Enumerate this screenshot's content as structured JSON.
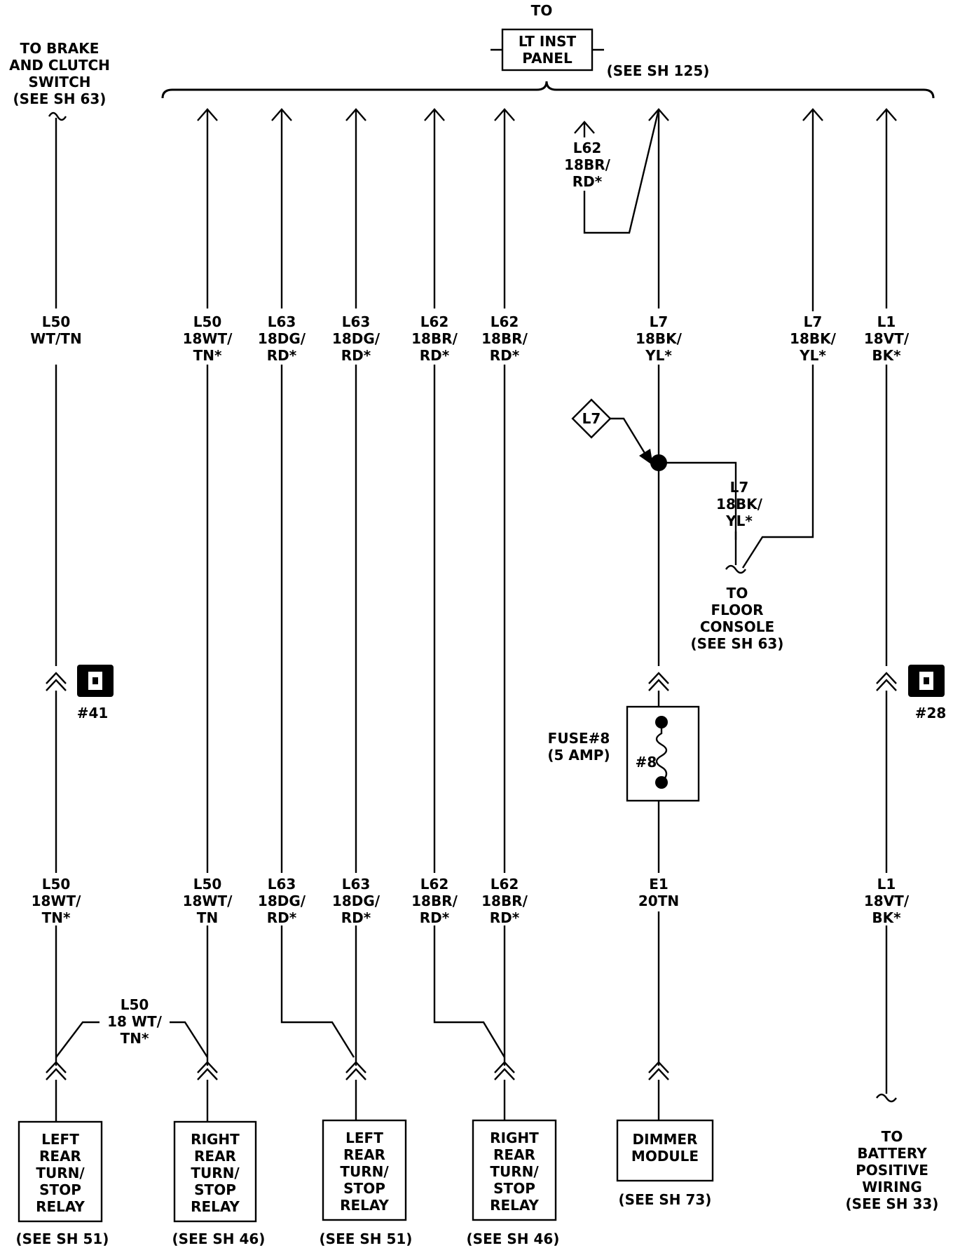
{
  "top_connector": {
    "prefix": "TO",
    "label_lines": [
      "LT INST",
      "PANEL"
    ],
    "ref": "(SEE SH 125)"
  },
  "brake_clutch": {
    "lines": [
      "TO BRAKE",
      "AND CLUTCH",
      "SWITCH",
      "(SEE SH 63)"
    ]
  },
  "wires_upper": [
    {
      "id": "w1",
      "lines": [
        "L50",
        "WT/TN"
      ]
    },
    {
      "id": "w2",
      "lines": [
        "L50",
        "18WT/",
        "TN*"
      ]
    },
    {
      "id": "w3",
      "lines": [
        "L63",
        "18DG/",
        "RD*"
      ]
    },
    {
      "id": "w4",
      "lines": [
        "L63",
        "18DG/",
        "RD*"
      ]
    },
    {
      "id": "w5",
      "lines": [
        "L62",
        "18BR/",
        "RD*"
      ]
    },
    {
      "id": "w6",
      "lines": [
        "L62",
        "18BR/",
        "RD*"
      ]
    },
    {
      "id": "w7",
      "lines": [
        "L7",
        "18BK/",
        "YL*"
      ]
    },
    {
      "id": "w8",
      "lines": [
        "L7",
        "18BK/",
        "YL*"
      ]
    },
    {
      "id": "w9",
      "lines": [
        "L1",
        "18VT/",
        "BK*"
      ]
    }
  ],
  "wires_lower": [
    {
      "id": "w1",
      "lines": [
        "L50",
        "18WT/",
        "TN*"
      ]
    },
    {
      "id": "w2",
      "lines": [
        "L50",
        "18WT/",
        "TN"
      ]
    },
    {
      "id": "w3",
      "lines": [
        "L63",
        "18DG/",
        "RD*"
      ]
    },
    {
      "id": "w4",
      "lines": [
        "L63",
        "18DG/",
        "RD*"
      ]
    },
    {
      "id": "w5",
      "lines": [
        "L62",
        "18BR/",
        "RD*"
      ]
    },
    {
      "id": "w6",
      "lines": [
        "L62",
        "18BR/",
        "RD*"
      ]
    },
    {
      "id": "w7",
      "lines": [
        "E1",
        "20TN"
      ]
    },
    {
      "id": "w9",
      "lines": [
        "L1",
        "18VT/",
        "BK*"
      ]
    }
  ],
  "jumper_l62": {
    "lines": [
      "L62",
      "18BR/",
      "RD*"
    ]
  },
  "splice_badge": "L7",
  "floor_console": {
    "wire_lines": [
      "L7",
      "18BK/",
      "YL*"
    ],
    "dest_lines": [
      "TO",
      "FLOOR",
      "CONSOLE",
      "(SEE SH 63)"
    ]
  },
  "connectors": [
    {
      "id": "c41",
      "label": "#41"
    },
    {
      "id": "c28",
      "label": "#28"
    }
  ],
  "fuse": {
    "label_lines": [
      "FUSE#8",
      "(5 AMP)"
    ],
    "number": "#8"
  },
  "bottom_jumper": {
    "lines": [
      "L50",
      "18 WT/",
      "TN*"
    ]
  },
  "components": [
    {
      "id": "b1",
      "lines": [
        "LEFT",
        "REAR",
        "TURN/",
        "STOP",
        "RELAY"
      ],
      "ref": "(SEE SH 51)"
    },
    {
      "id": "b2",
      "lines": [
        "RIGHT",
        "REAR",
        "TURN/",
        "STOP",
        "RELAY"
      ],
      "ref": "(SEE SH 46)"
    },
    {
      "id": "b3",
      "lines": [
        "LEFT",
        "REAR",
        "TURN/",
        "STOP",
        "RELAY"
      ],
      "ref": "(SEE SH 51)"
    },
    {
      "id": "b4",
      "lines": [
        "RIGHT",
        "REAR",
        "TURN/",
        "STOP",
        "RELAY"
      ],
      "ref": "(SEE SH 46)"
    },
    {
      "id": "b5",
      "lines": [
        "DIMMER",
        "MODULE"
      ],
      "ref": "(SEE SH 73)"
    }
  ],
  "battery": {
    "lines": [
      "TO",
      "BATTERY",
      "POSITIVE",
      "WIRING",
      "(SEE SH 33)"
    ]
  }
}
